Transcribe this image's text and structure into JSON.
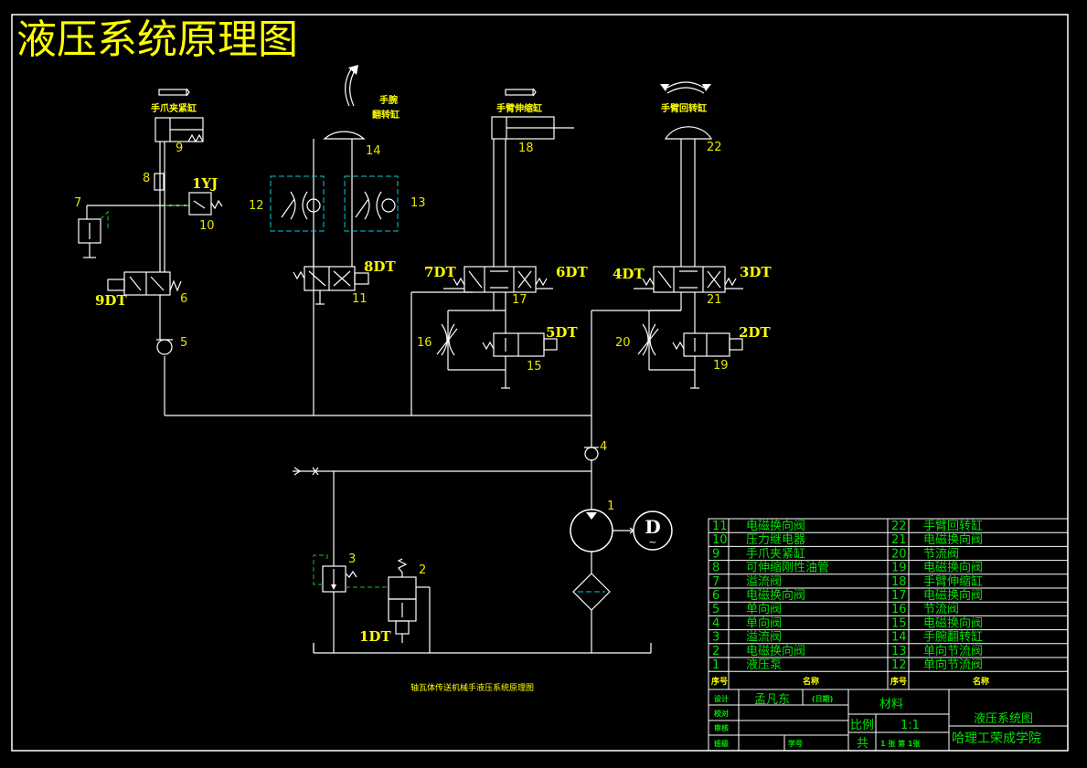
{
  "title": "液压系统原理图",
  "caption": "轴瓦体传送机械手液压系统原理图",
  "cylinder_labels": {
    "claw": "手爪夹紧缸",
    "wrist_line1": "手腕",
    "wrist_line2": "翻转缸",
    "arm_ext": "手臂伸缩缸",
    "arm_rot": "手臂回转缸"
  },
  "component_numbers": [
    "1",
    "2",
    "3",
    "4",
    "5",
    "6",
    "7",
    "8",
    "9",
    "10",
    "11",
    "12",
    "13",
    "14",
    "15",
    "16",
    "17",
    "18",
    "19",
    "20",
    "21",
    "22"
  ],
  "solenoids": [
    "1YJ",
    "1DT",
    "2DT",
    "3DT",
    "4DT",
    "5DT",
    "6DT",
    "7DT",
    "8DT",
    "9DT"
  ],
  "motor_symbol": "D",
  "motor_tilde": "~",
  "parts_list": {
    "left": [
      {
        "no": "11",
        "name": "电磁换向阀"
      },
      {
        "no": "10",
        "name": "压力继电器"
      },
      {
        "no": "9",
        "name": "手爪夹紧缸"
      },
      {
        "no": "8",
        "name": "可伸缩刚性油管"
      },
      {
        "no": "7",
        "name": "溢流阀"
      },
      {
        "no": "6",
        "name": "电磁换向阀"
      },
      {
        "no": "5",
        "name": "单向阀"
      },
      {
        "no": "4",
        "name": "单向阀"
      },
      {
        "no": "3",
        "name": "溢流阀"
      },
      {
        "no": "2",
        "name": "电磁换向阀"
      },
      {
        "no": "1",
        "name": "液压泵"
      }
    ],
    "right": [
      {
        "no": "22",
        "name": "手臂回转缸"
      },
      {
        "no": "21",
        "name": "电磁换向阀"
      },
      {
        "no": "20",
        "name": "节流阀"
      },
      {
        "no": "19",
        "name": "电磁换向阀"
      },
      {
        "no": "18",
        "name": "手臂伸缩缸"
      },
      {
        "no": "17",
        "name": "电磁换向阀"
      },
      {
        "no": "16",
        "name": "节流阀"
      },
      {
        "no": "15",
        "name": "电磁换向阀"
      },
      {
        "no": "14",
        "name": "手腕翻转缸"
      },
      {
        "no": "13",
        "name": "单向节流阀"
      },
      {
        "no": "12",
        "name": "单向节流阀"
      }
    ],
    "header_no": "序号",
    "header_name": "名称"
  },
  "title_block": {
    "design_label": "设计",
    "designer": "孟凡东",
    "date_label": "(日期)",
    "check_label": "校对",
    "review_label": "审核",
    "class_label": "班级",
    "student_no_label": "学号",
    "material_label": "材料",
    "scale_label": "比例",
    "scale_value": "1:1",
    "sheets_label": "共",
    "sheets_text": "1 张 第 1张",
    "drawing_name": "液压系统图",
    "school": "哈理工荣成学院"
  }
}
